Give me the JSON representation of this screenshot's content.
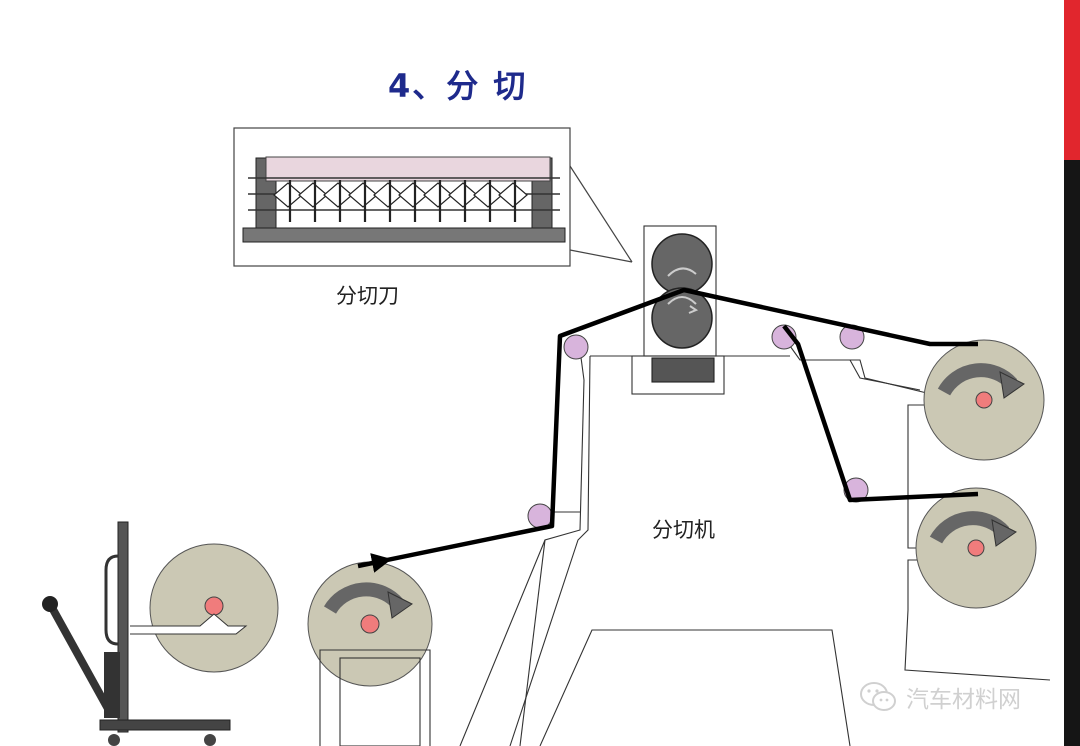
{
  "title": "4、分 切",
  "labels": {
    "knife": "分切刀",
    "machine": "分切机"
  },
  "watermark": {
    "icon": "wechat-icon",
    "text": "汽车材料网"
  },
  "colors": {
    "title": "#1e2a8c",
    "roll_fill": "#cbc8b4",
    "roller_fill": "#d8b4dc",
    "core_fill": "#f07c7c",
    "accent_red": "#e1262d",
    "web": "#000000"
  }
}
